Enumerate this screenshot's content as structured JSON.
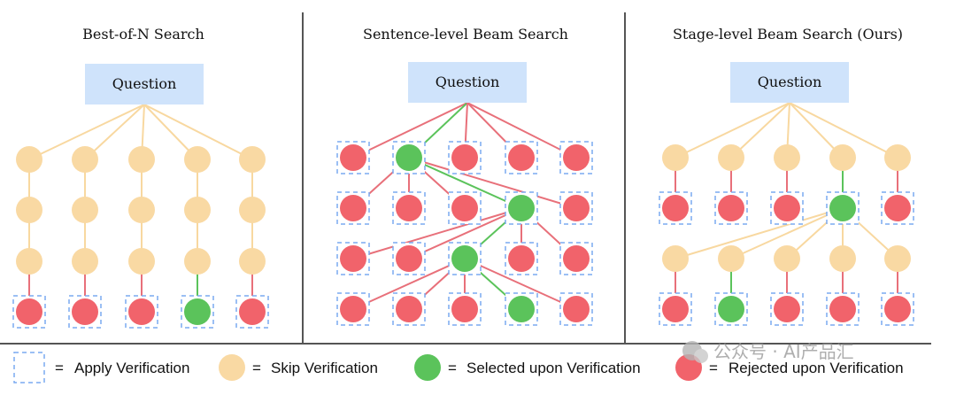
{
  "colors": {
    "skip": "#f9d9a3",
    "selected": "#5bc35b",
    "rejected": "#f1636b",
    "question_box": "#cfe3fb",
    "verify_border": "#7aaaf0",
    "divider": "#555555",
    "edge_skip": "#f8d8a0",
    "edge_selected": "#5bc35b",
    "edge_rejected": "#e8707a"
  },
  "panels": [
    {
      "title": "Best-of-N Search",
      "question": "Question",
      "rows": [
        {
          "nodes": [
            "skip",
            "skip",
            "skip",
            "skip",
            "skip"
          ],
          "verify": false
        },
        {
          "nodes": [
            "skip",
            "skip",
            "skip",
            "skip",
            "skip"
          ],
          "verify": false
        },
        {
          "nodes": [
            "skip",
            "skip",
            "skip",
            "skip",
            "skip"
          ],
          "verify": false
        },
        {
          "nodes": [
            "rejected",
            "rejected",
            "rejected",
            "selected",
            "rejected"
          ],
          "verify": true
        }
      ]
    },
    {
      "title": "Sentence-level Beam Search",
      "question": "Question",
      "rows": [
        {
          "nodes": [
            "rejected",
            "selected",
            "rejected",
            "rejected",
            "rejected"
          ],
          "verify": true
        },
        {
          "nodes": [
            "rejected",
            "rejected",
            "rejected",
            "selected",
            "rejected"
          ],
          "verify": true
        },
        {
          "nodes": [
            "rejected",
            "rejected",
            "selected",
            "rejected",
            "rejected"
          ],
          "verify": true
        },
        {
          "nodes": [
            "rejected",
            "rejected",
            "rejected",
            "selected",
            "rejected"
          ],
          "verify": true
        }
      ]
    },
    {
      "title": "Stage-level Beam Search (Ours)",
      "question": "Question",
      "rows": [
        {
          "nodes": [
            "skip",
            "skip",
            "skip",
            "skip",
            "skip"
          ],
          "verify": false
        },
        {
          "nodes": [
            "rejected",
            "rejected",
            "rejected",
            "selected",
            "rejected"
          ],
          "verify": true
        },
        {
          "nodes": [
            "skip",
            "skip",
            "skip",
            "skip",
            "skip"
          ],
          "verify": false
        },
        {
          "nodes": [
            "rejected",
            "selected",
            "rejected",
            "rejected",
            "rejected"
          ],
          "verify": true
        }
      ]
    }
  ],
  "legend": {
    "apply": "Apply Verification",
    "skip": "Skip Verification",
    "selected": "Selected upon Verification",
    "rejected": "Rejected upon Verification",
    "equals": "="
  },
  "watermark": "公众号 · AI产品汇"
}
